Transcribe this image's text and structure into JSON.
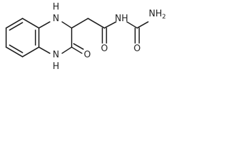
{
  "molecule": {
    "atoms": {
      "n1": {
        "symbol": "N",
        "hydrogen": "H"
      },
      "n4": {
        "symbol": "N",
        "hydrogen": "H"
      },
      "o_ring": {
        "symbol": "O"
      },
      "o_amide": {
        "symbol": "O"
      },
      "n_amide": {
        "symbol": "N",
        "hydrogen": "H"
      },
      "o_urea": {
        "symbol": "O"
      },
      "n_terminal": {
        "symbol": "NH",
        "subscript": "2"
      }
    }
  }
}
